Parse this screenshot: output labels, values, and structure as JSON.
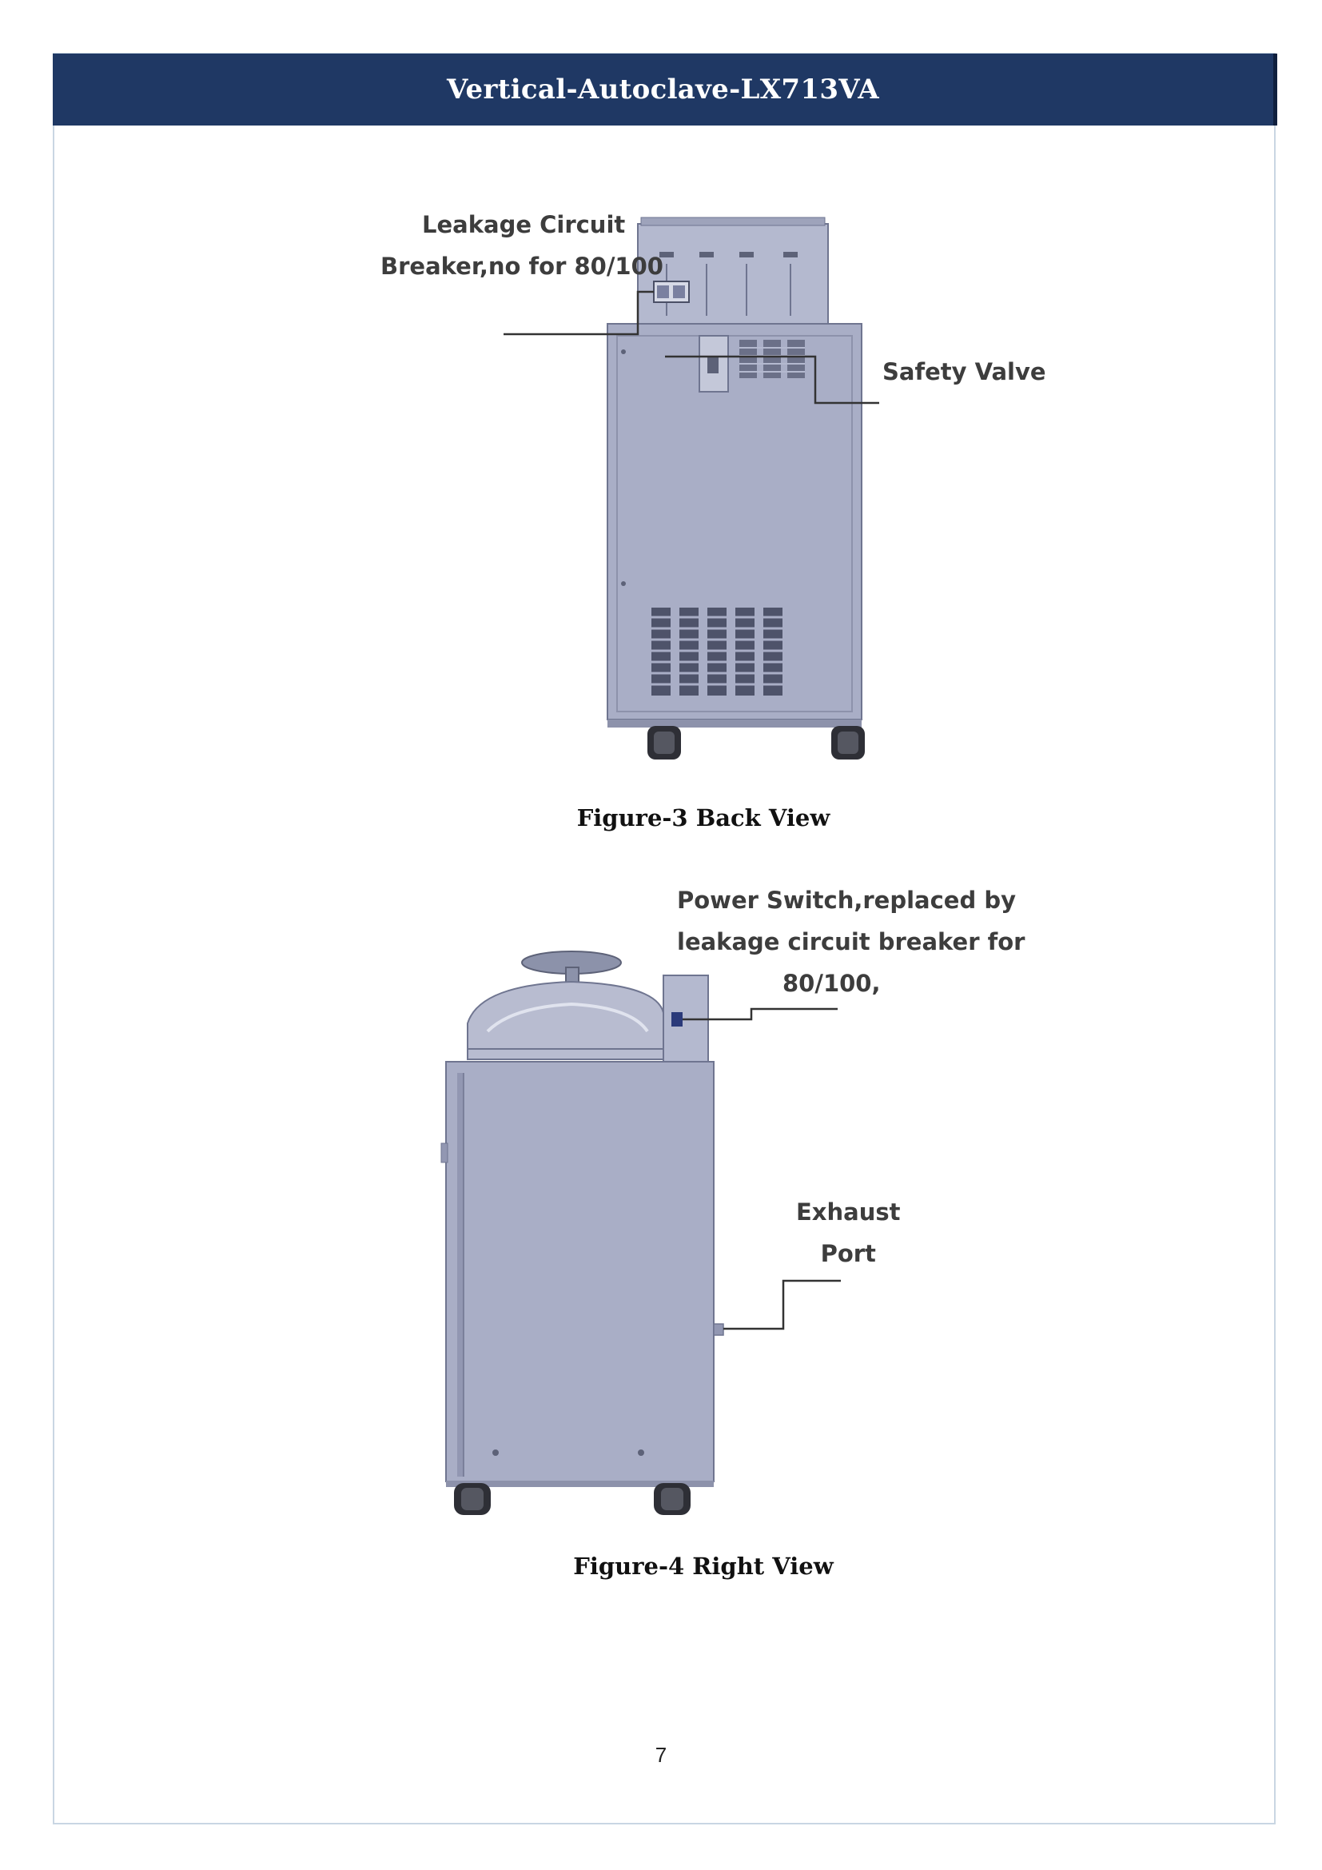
{
  "header": {
    "title": "Vertical-Autoclave-LX713VA"
  },
  "figure3": {
    "caption": "Figure-3 Back View",
    "callouts": {
      "leakage_line1": "Leakage Circuit",
      "leakage_line2": "Breaker,no for 80/100",
      "safety_valve": "Safety Valve"
    }
  },
  "figure4": {
    "caption": "Figure-4 Right View",
    "callouts": {
      "power_line1": "Power Switch,replaced by",
      "power_line2": "leakage circuit breaker for",
      "power_line3": "80/100,",
      "exhaust_line1": "Exhaust",
      "exhaust_line2": "Port"
    }
  },
  "footer": {
    "page_number": "7"
  },
  "colors": {
    "header_bg": "#1f3864",
    "machine_body": "#a9aec6",
    "machine_edge": "#6f7590"
  }
}
